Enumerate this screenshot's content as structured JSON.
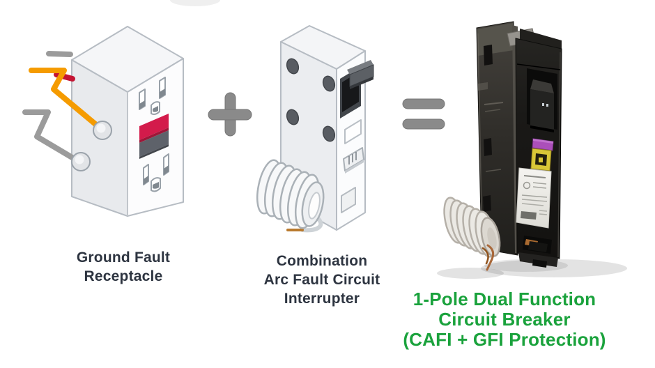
{
  "items": [
    {
      "id": "ground-fault-receptacle",
      "label_lines": [
        "Ground Fault",
        "Receptacle"
      ]
    },
    {
      "id": "combination-afci",
      "label_lines": [
        "Combination",
        "Arc Fault Circuit",
        "Interrupter"
      ]
    },
    {
      "id": "dual-function-breaker",
      "label_lines": [
        "1-Pole Dual Function",
        "Circuit Breaker",
        "(CAFI + GFI Protection)"
      ]
    }
  ],
  "operators": {
    "plus": "+",
    "equals": "="
  },
  "colors": {
    "background": "#ffffff",
    "label_dark": "#2d3440",
    "label_green": "#1aa23c",
    "operator_gray": "#8a8a8a",
    "wire_orange": "#f59b00",
    "wire_red": "#c41433",
    "wire_gray": "#9b9b9b",
    "gfci_test_red": "#d31b4b",
    "gfci_reset_gray": "#5e626a",
    "breaker_test_purple": "#ab4fba",
    "breaker_label_yellow": "#d9c737"
  }
}
